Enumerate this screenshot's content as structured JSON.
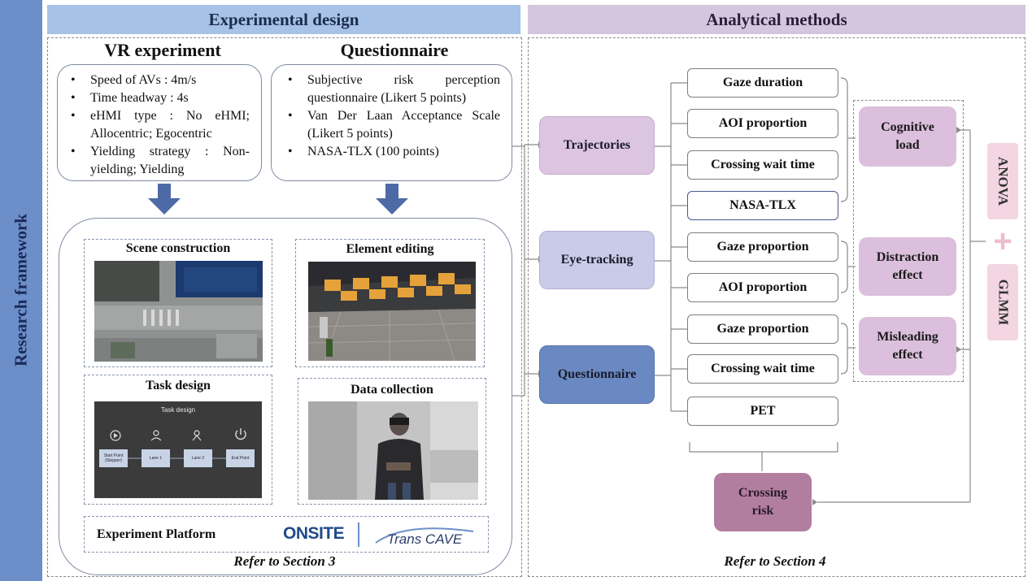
{
  "sidebar": {
    "label": "Research framework"
  },
  "headers": {
    "left": "Experimental design",
    "right": "Analytical methods"
  },
  "vr": {
    "title": "VR experiment",
    "items": [
      "Speed of AVs : 4m/s",
      "Time headway : 4s",
      "eHMI type : No eHMI; Allocentric; Egocentric",
      "Yielding strategy : Non-yielding; Yielding"
    ]
  },
  "questionnaire": {
    "title": "Questionnaire",
    "items": [
      "Subjective risk perception questionnaire (Likert 5 points)",
      "Van Der Laan Acceptance Scale (Likert 5 points)",
      "NASA-TLX (100 points)"
    ]
  },
  "panels": {
    "scene": "Scene construction",
    "element": "Element editing",
    "task": "Task design",
    "data": "Data collection",
    "task_screen": {
      "title": "Task design",
      "steps": [
        "Start Point (Stepper)",
        "Lane 1",
        "Lane 2",
        "End Point"
      ]
    }
  },
  "platform": {
    "label": "Experiment Platform",
    "logo1": "ONSITE",
    "logo2": "Trans CAVE"
  },
  "refs": {
    "left": "Refer to Section 3",
    "right": "Refer to Section 4"
  },
  "sources": [
    "Trajectories",
    "Eye-tracking",
    "Questionnaire"
  ],
  "metrics": [
    "Gaze duration",
    "AOI proportion",
    "Crossing wait time",
    "NASA-TLX",
    "Gaze proportion",
    "AOI proportion",
    "Gaze proportion",
    "Crossing wait time",
    "PET"
  ],
  "effects": [
    "Cognitive load",
    "Distraction effect",
    "Misleading effect"
  ],
  "stats": [
    "ANOVA",
    "+",
    "GLMM"
  ],
  "outcome": "Crossing risk",
  "colors": {
    "sidebar": "#6d8fc9",
    "header_left": "#a6c2e6",
    "header_right": "#d5c6e0",
    "trajectories": "#dcc5e0",
    "eye_tracking": "#c9cbe8",
    "questionnaire": "#6a89c2",
    "effect": "#dbbfdc",
    "stat": "#f3d6e2",
    "crossing_risk": "#b27ea0"
  }
}
